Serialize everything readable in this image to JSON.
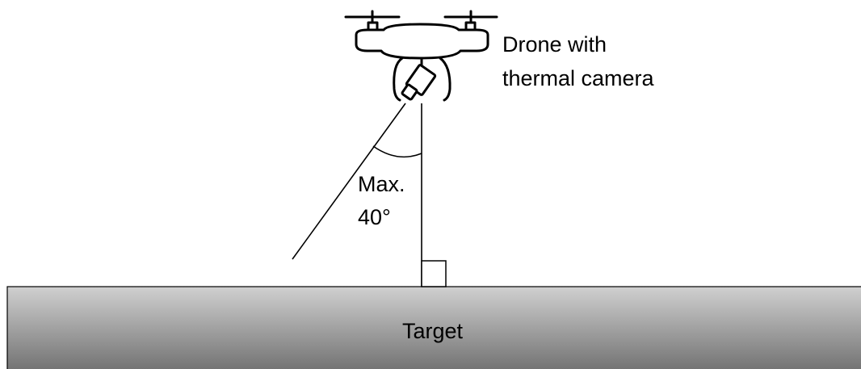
{
  "drone_label": {
    "line1": "Drone with",
    "line2": "thermal camera"
  },
  "angle_label": {
    "line1": "Max.",
    "line2": "40°"
  },
  "ground_label": "Target",
  "colors": {
    "ground_top": "#cfcfcf",
    "ground_bottom": "#6e6e6e",
    "ink": "#000000",
    "background": "#ffffff"
  },
  "icons": [
    "drone-icon",
    "thermal-camera-icon"
  ]
}
